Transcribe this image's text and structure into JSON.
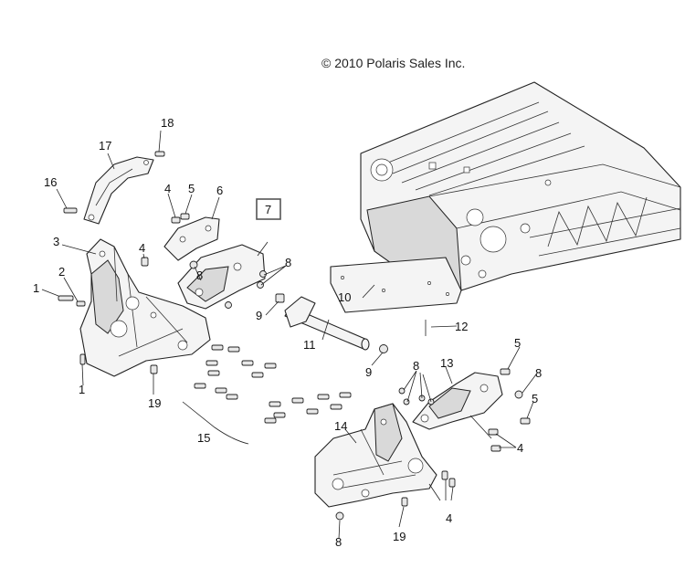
{
  "copyright": "© 2010 Polaris Sales Inc.",
  "callouts": {
    "c1a": "1",
    "c1b": "1",
    "c2": "2",
    "c3": "3",
    "c4a": "4",
    "c4b": "4",
    "c4c": "4",
    "c4d": "4",
    "c5a": "5",
    "c5b": "5",
    "c5c": "5",
    "c6": "6",
    "c7": "7",
    "c8a": "8",
    "c8b": "8",
    "c8c": "8",
    "c8d": "8",
    "c8e": "8",
    "c9a": "9",
    "c9b": "9",
    "c10": "10",
    "c11": "11",
    "c12": "12",
    "c13": "13",
    "c14": "14",
    "c15": "15",
    "c16": "16",
    "c17": "17",
    "c18": "18",
    "c19a": "19",
    "c19b": "19"
  }
}
